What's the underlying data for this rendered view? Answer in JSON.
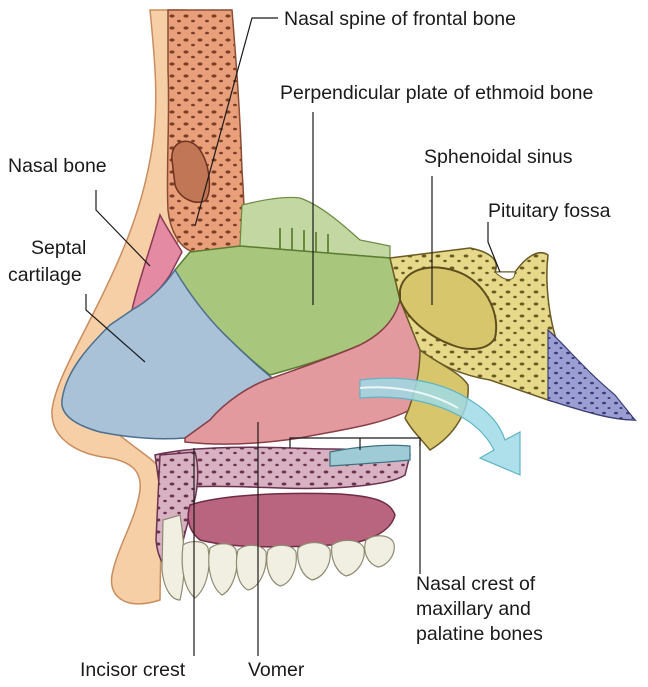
{
  "labels": {
    "nasal_spine_frontal": "Nasal spine of frontal bone",
    "perpendicular_plate": "Perpendicular plate of ethmoid bone",
    "nasal_bone": "Nasal bone",
    "sphenoidal_sinus": "Sphenoidal sinus",
    "pituitary_fossa": "Pituitary fossa",
    "septal_cartilage": [
      "Septal",
      "cartilage"
    ],
    "nasal_crest": [
      "Nasal crest of",
      "maxillary and",
      "palatine bones"
    ],
    "incisor_crest": "Incisor crest",
    "vomer": "Vomer"
  },
  "colors": {
    "skin": "#f6cfa6",
    "skin_outline": "#c98d5f",
    "frontal_bone": "#e9a07a",
    "nasal_bone": "#e48aa2",
    "septal_cartilage": "#a9c2d8",
    "ethmoid_plate": "#a9c77c",
    "vomer": "#e39a9e",
    "sphenoid": "#e7d98a",
    "palate_bone": "#cfa2b5",
    "nasal_crest": "#9fcbd6",
    "tongue": "#b9657f",
    "teeth": "#f1efe2",
    "airflow_arrow": "#9fdbe6",
    "pituitary_posterior": "#9b9ed2"
  }
}
